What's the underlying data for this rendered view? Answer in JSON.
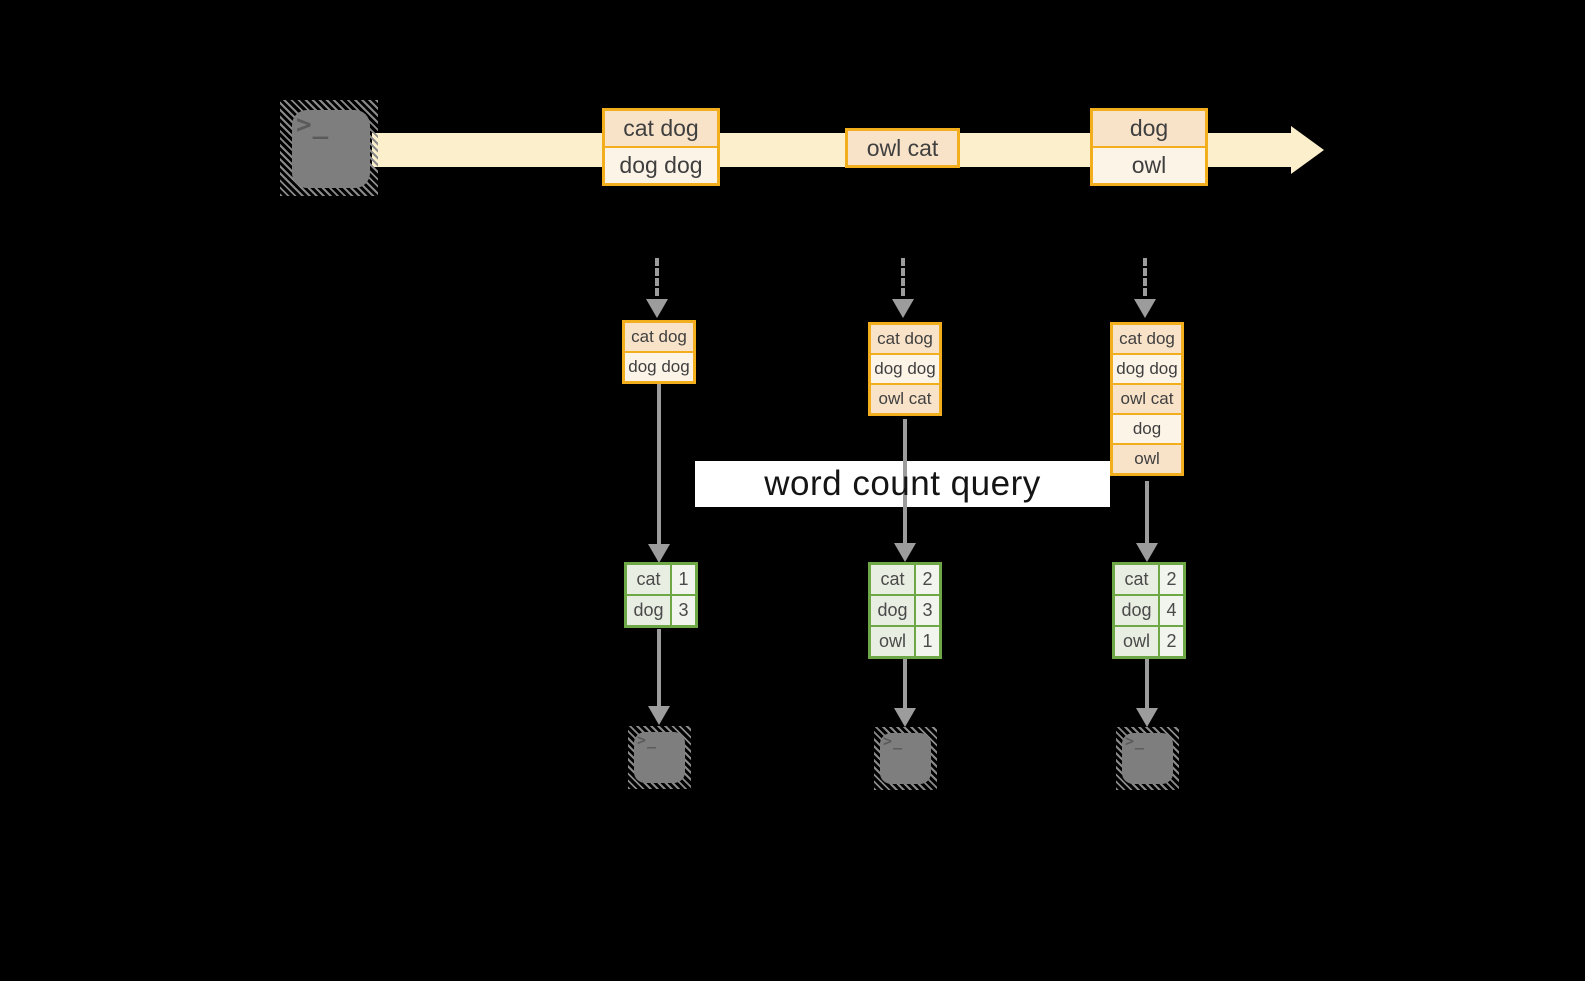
{
  "query": {
    "label": "word count query"
  },
  "terminal": {
    "glyph": ">_"
  },
  "stream": {
    "batches": [
      [
        "cat dog",
        "dog dog"
      ],
      [
        "owl cat"
      ],
      [
        "dog",
        "owl"
      ]
    ]
  },
  "columns": [
    {
      "state": [
        "cat dog",
        "dog dog"
      ],
      "counts": [
        {
          "word": "cat",
          "count": "1"
        },
        {
          "word": "dog",
          "count": "3"
        }
      ]
    },
    {
      "state": [
        "cat dog",
        "dog dog",
        "owl cat"
      ],
      "counts": [
        {
          "word": "cat",
          "count": "2"
        },
        {
          "word": "dog",
          "count": "3"
        },
        {
          "word": "owl",
          "count": "1"
        }
      ]
    },
    {
      "state": [
        "cat dog",
        "dog dog",
        "owl cat",
        "dog",
        "owl"
      ],
      "counts": [
        {
          "word": "cat",
          "count": "2"
        },
        {
          "word": "dog",
          "count": "4"
        },
        {
          "word": "owl",
          "count": "2"
        }
      ]
    }
  ],
  "colors": {
    "background": "#000000",
    "stream_band": "#FCF0CC",
    "orange_border": "#F2AE1C",
    "cell_dark": "#F8E3C9",
    "cell_light": "#FDF4E8",
    "green_border": "#6DA746",
    "green_cell": "#E9EEE2",
    "arrow_gray": "#9C9C9C",
    "terminal_gray": "#7E7E7E",
    "label_bg": "#FFFFFF"
  }
}
